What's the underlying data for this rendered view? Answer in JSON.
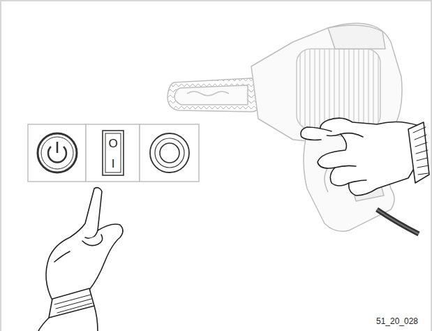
{
  "diagram": {
    "labels": [
      "O",
      "I",
      "51_20_028"
    ]
  }
}
